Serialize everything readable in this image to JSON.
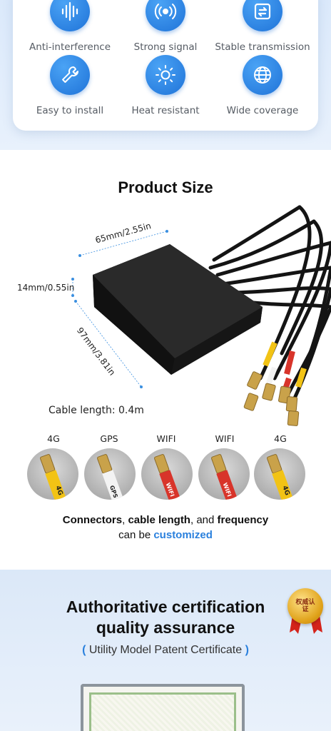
{
  "features": {
    "items": [
      {
        "label": "Anti-interference",
        "icon": "sound-wave-icon"
      },
      {
        "label": "Strong signal",
        "icon": "signal-broadcast-icon"
      },
      {
        "label": "Stable transmission",
        "icon": "transfer-arrows-icon"
      },
      {
        "label": "Easy to install",
        "icon": "wrench-icon"
      },
      {
        "label": "Heat resistant",
        "icon": "sun-icon"
      },
      {
        "label": "Wide coverage",
        "icon": "globe-icon"
      }
    ],
    "accent": "#1f73d8"
  },
  "product_size": {
    "title": "Product Size",
    "width_dim": "65mm/2.55in",
    "height_dim": "14mm/0.55in",
    "length_dim": "97mm/3.81in",
    "cable_length": "Cable length: 0.4m",
    "connectors": [
      {
        "label": "4G",
        "sleeve_text": "4G",
        "color": "#f2c315"
      },
      {
        "label": "GPS",
        "sleeve_text": "GPS",
        "color": "#f3f3f3"
      },
      {
        "label": "WIFI",
        "sleeve_text": "WIFI",
        "color": "#d8342a"
      },
      {
        "label": "WIFI",
        "sleeve_text": "WIFI",
        "color": "#d8342a"
      },
      {
        "label": "4G",
        "sleeve_text": "4G",
        "color": "#f2c315"
      }
    ],
    "note_line1_part1": "Connectors",
    "note_line1_part2": ", ",
    "note_line1_part3": "cable length",
    "note_line1_part4": ", and ",
    "note_line1_part5": "frequency",
    "note_line2_part1": "can be ",
    "note_line2_part2": "customized",
    "highlight_color": "#2a80dd"
  },
  "certification": {
    "title_line1": "Authoritative certification",
    "title_line2": "quality assurance",
    "subtitle": "Utility Model Patent Certificate",
    "bracket_open": "(",
    "bracket_close": ")",
    "badge_text": "权威认证"
  }
}
